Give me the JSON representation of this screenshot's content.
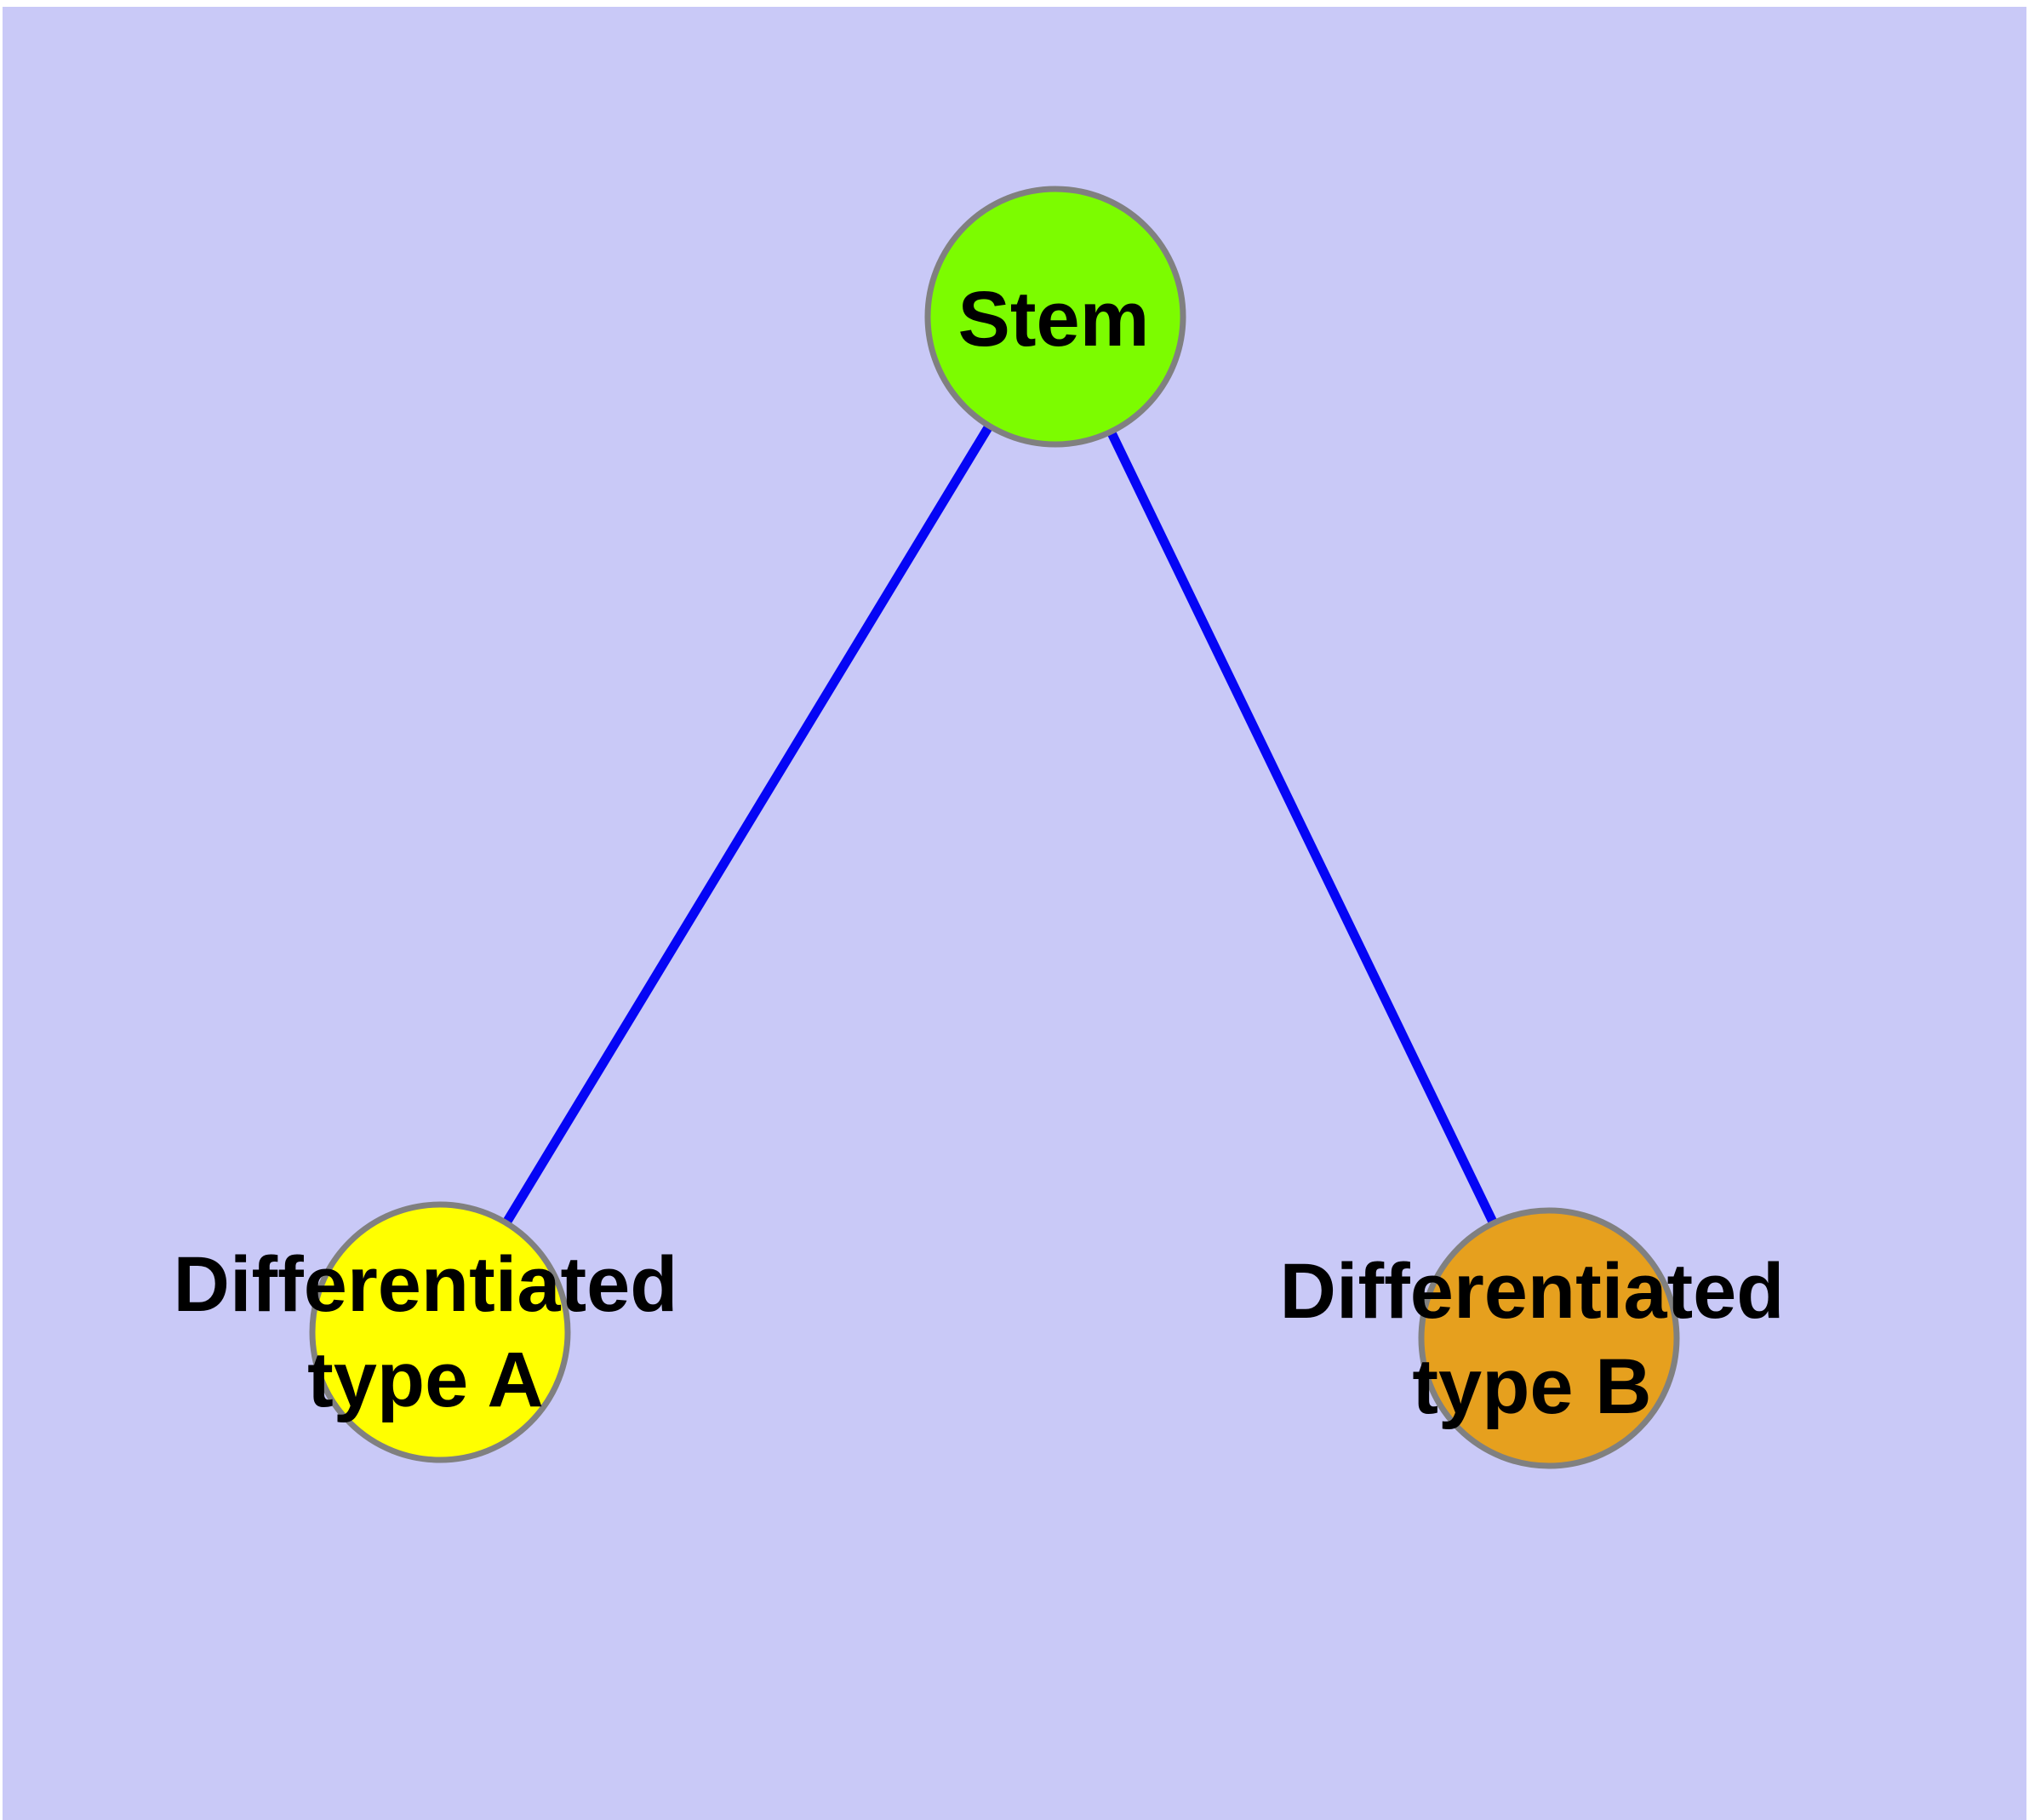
{
  "figure": {
    "title": "",
    "background_color": "#C9C9F7",
    "margin_color": "#FFFFFF",
    "edge_color": "#0505F5",
    "node_border_color": "#808080",
    "text_color": "#000000",
    "nodes": {
      "stem": {
        "label": "Stem",
        "fill": "#7CFC00"
      },
      "type_a": {
        "line1": "Differentiated",
        "line2": "type A",
        "fill": "#FFFF00"
      },
      "type_b": {
        "line1": "Differentiated",
        "line2": "type B",
        "fill": "#E6A01E"
      }
    },
    "edges": [
      {
        "from": "Stem",
        "to": "Differentiated type A"
      },
      {
        "from": "Stem",
        "to": "Differentiated type B"
      }
    ]
  }
}
